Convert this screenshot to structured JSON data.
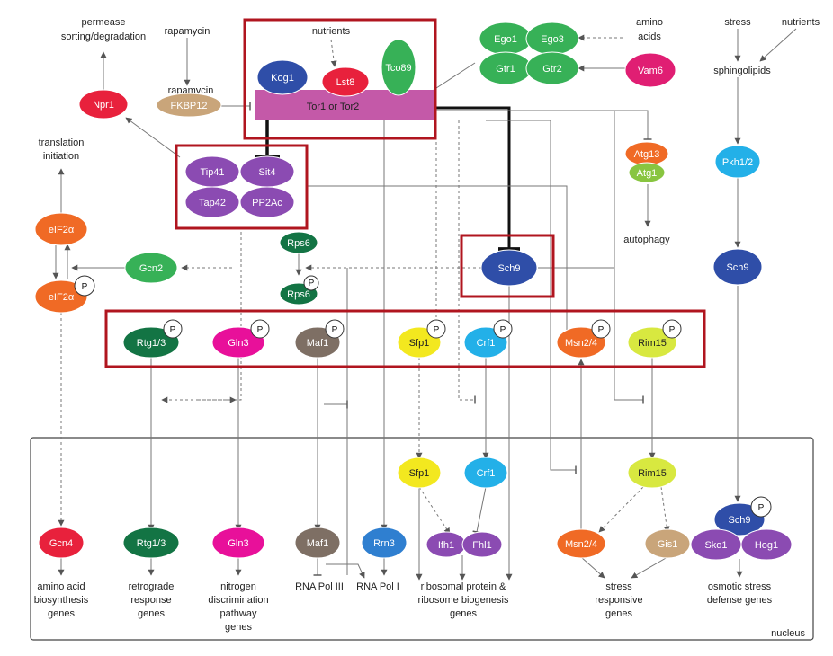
{
  "colors": {
    "red": "#e8213c",
    "green": "#37b157",
    "darkgreen": "#137444",
    "blue": "#2f4ea8",
    "purple": "#8b4bb2",
    "pink": "#e8109a",
    "magenta": "#e01e73",
    "orange": "#f06a25",
    "yellow": "#f3e81f",
    "yellowgreen": "#d8e840",
    "cyan": "#23b0e8",
    "gray": "#7e6f64",
    "tan": "#c9a57a",
    "tor_bar": "#c459a8",
    "box_red": "#b0151f",
    "line": "#888888",
    "black": "#111111"
  },
  "nodes": {
    "kog1": "Kog1",
    "lst8": "Lst8",
    "tco89": "Tco89",
    "tor": "Tor1 or Tor2",
    "ego1": "Ego1",
    "ego3": "Ego3",
    "gtr1": "Gtr1",
    "gtr2": "Gtr2",
    "vam6": "Vam6",
    "npr1": "Npr1",
    "fkbp12": "FKBP12",
    "tip41": "Tip41",
    "sit4": "Sit4",
    "tap42": "Tap42",
    "pp2ac": "PP2Ac",
    "eif2a_top": "eIF2α",
    "eif2a_p": "eIF2α",
    "gcn2": "Gcn2",
    "rps6_top": "Rps6",
    "rps6_p": "Rps6",
    "sch9_mid": "Sch9",
    "atg13": "Atg13",
    "atg1": "Atg1",
    "pkh12": "Pkh1/2",
    "sch9_right": "Sch9",
    "rtg13_p": "Rtg1/3",
    "gln3_p": "Gln3",
    "maf1_p": "Maf1",
    "sfp1_p": "Sfp1",
    "crf1_p": "Crf1",
    "msn24_p": "Msn2/4",
    "rim15_p": "Rim15",
    "sfp1_n": "Sfp1",
    "crf1_n": "Crf1",
    "rim15_n": "Rim15",
    "ifh1": "Ifh1",
    "fhl1": "Fhl1",
    "msn24_n": "Msn2/4",
    "gis1": "Gis1",
    "sch9_n": "Sch9",
    "sko1": "Sko1",
    "hog1": "Hog1",
    "gcn4": "Gcn4",
    "rtg13_n": "Rtg1/3",
    "gln3_n": "Gln3",
    "maf1_n": "Maf1",
    "rrn3": "Rrn3",
    "p": "P"
  },
  "labels": {
    "permease": "permease",
    "sorting": "sorting/degradation",
    "rapamycin_top": "rapamycin",
    "rapamycin_mid": "rapamycin",
    "nutrients_tor": "nutrients",
    "amino": "amino",
    "acids": "acids",
    "stress": "stress",
    "nutrients_right": "nutrients",
    "sphingolipids": "sphingolipids",
    "translation": "translation",
    "initiation": "initiation",
    "autophagy": "autophagy",
    "aa1": "amino acid",
    "aa2": "biosynthesis",
    "aa3": "genes",
    "rr1": "retrograde",
    "rr2": "response",
    "rr3": "genes",
    "nd1": "nitrogen",
    "nd2": "discrimination",
    "nd3": "pathway",
    "nd4": "genes",
    "rnapol3": "RNA Pol III",
    "rnapol1": "RNA Pol I",
    "rb1": "ribosomal protein &",
    "rb2": "ribosome biogenesis",
    "rb3": "genes",
    "sr1": "stress",
    "sr2": "responsive",
    "sr3": "genes",
    "os1": "osmotic stress",
    "os2": "defense genes",
    "nucleus": "nucleus"
  }
}
